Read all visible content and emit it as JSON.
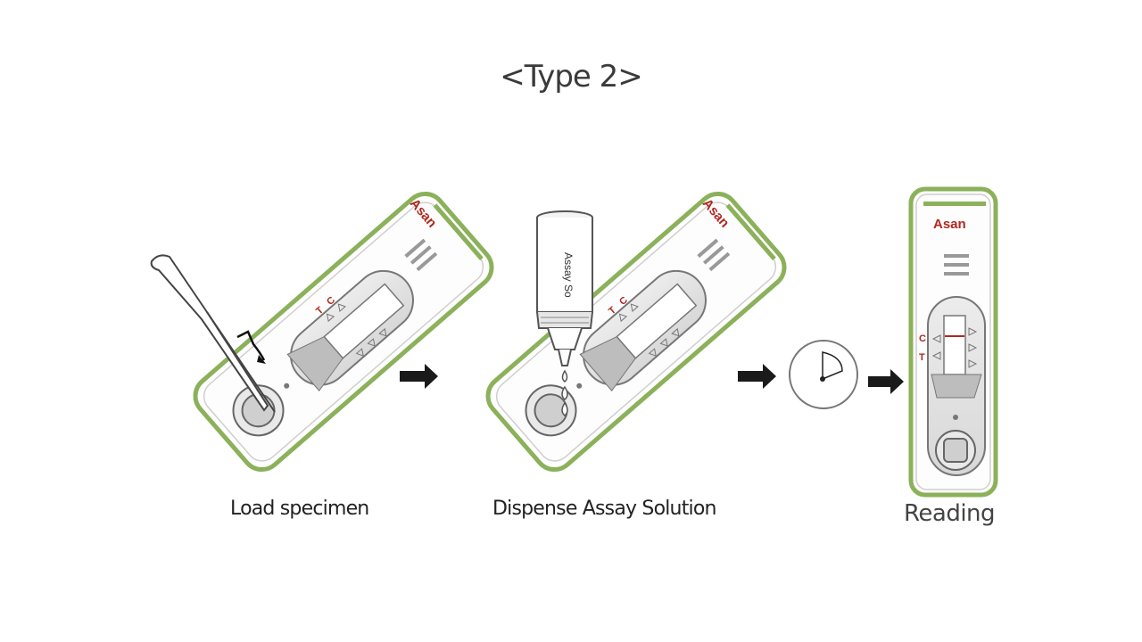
{
  "title": "<Type 2>",
  "steps": [
    {
      "caption": "Load specimen"
    },
    {
      "caption": "Dispense Assay Solution"
    },
    {
      "caption": "Reading"
    }
  ],
  "device": {
    "brand": "Asan",
    "control_mark": "C",
    "test_mark": "T",
    "bottle_label": "Assay So"
  },
  "colors": {
    "device_border": "#8bb15a",
    "brand_text": "#b0281f",
    "arrow": "#1a1a1a",
    "outline": "#555555"
  },
  "icons": [
    "swab-icon",
    "dropper-bottle-icon",
    "clock-icon",
    "arrow-right-icon"
  ]
}
